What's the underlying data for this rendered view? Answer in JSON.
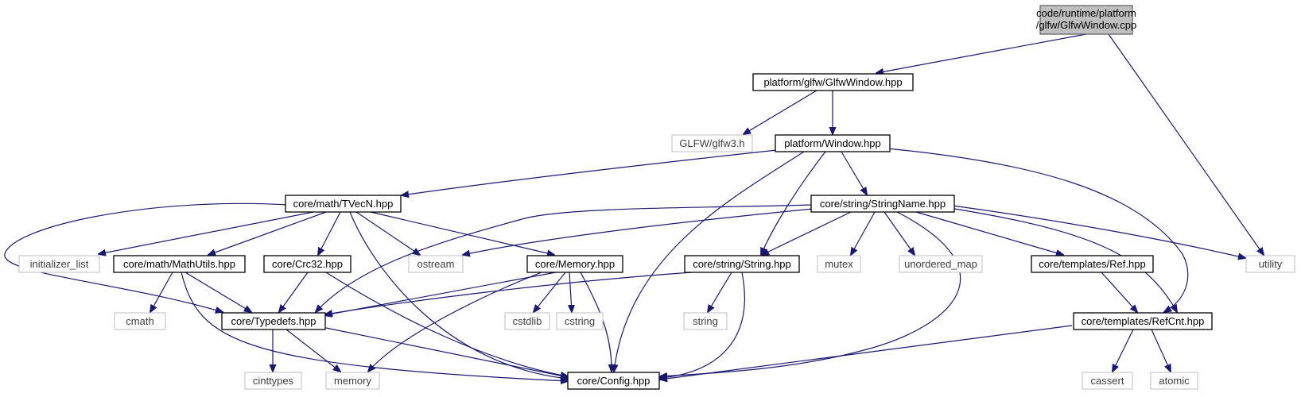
{
  "graph": {
    "type": "include-dependency-graph",
    "nodes": [
      {
        "id": "glfwwindow_cpp",
        "lines": [
          "code/runtime/platform",
          "/glfw/GlfwWindow.cpp"
        ],
        "kind": "root"
      },
      {
        "id": "glfwwindow_hpp",
        "lines": [
          "platform/glfw/GlfwWindow.hpp"
        ],
        "kind": "internal"
      },
      {
        "id": "glfw3_h",
        "lines": [
          "GLFW/glfw3.h"
        ],
        "kind": "external"
      },
      {
        "id": "window_hpp",
        "lines": [
          "platform/Window.hpp"
        ],
        "kind": "internal"
      },
      {
        "id": "tvecn_hpp",
        "lines": [
          "core/math/TVecN.hpp"
        ],
        "kind": "internal"
      },
      {
        "id": "stringname_hpp",
        "lines": [
          "core/string/StringName.hpp"
        ],
        "kind": "internal"
      },
      {
        "id": "initializer_list",
        "lines": [
          "initializer_list"
        ],
        "kind": "external"
      },
      {
        "id": "mathutils_hpp",
        "lines": [
          "core/math/MathUtils.hpp"
        ],
        "kind": "internal"
      },
      {
        "id": "crc32_hpp",
        "lines": [
          "core/Crc32.hpp"
        ],
        "kind": "internal"
      },
      {
        "id": "ostream",
        "lines": [
          "ostream"
        ],
        "kind": "external"
      },
      {
        "id": "memory_hpp",
        "lines": [
          "core/Memory.hpp"
        ],
        "kind": "internal"
      },
      {
        "id": "string_hpp",
        "lines": [
          "core/string/String.hpp"
        ],
        "kind": "internal"
      },
      {
        "id": "mutex",
        "lines": [
          "mutex"
        ],
        "kind": "external"
      },
      {
        "id": "unordered_map",
        "lines": [
          "unordered_map"
        ],
        "kind": "external"
      },
      {
        "id": "ref_hpp",
        "lines": [
          "core/templates/Ref.hpp"
        ],
        "kind": "internal"
      },
      {
        "id": "utility",
        "lines": [
          "utility"
        ],
        "kind": "external"
      },
      {
        "id": "cmath",
        "lines": [
          "cmath"
        ],
        "kind": "external"
      },
      {
        "id": "typedefs_hpp",
        "lines": [
          "core/Typedefs.hpp"
        ],
        "kind": "internal"
      },
      {
        "id": "cstdlib",
        "lines": [
          "cstdlib"
        ],
        "kind": "external"
      },
      {
        "id": "cstring",
        "lines": [
          "cstring"
        ],
        "kind": "external"
      },
      {
        "id": "string",
        "lines": [
          "string"
        ],
        "kind": "external"
      },
      {
        "id": "refcnt_hpp",
        "lines": [
          "core/templates/RefCnt.hpp"
        ],
        "kind": "internal"
      },
      {
        "id": "cinttypes",
        "lines": [
          "cinttypes"
        ],
        "kind": "external"
      },
      {
        "id": "memory",
        "lines": [
          "memory"
        ],
        "kind": "external"
      },
      {
        "id": "config_hpp",
        "lines": [
          "core/Config.hpp"
        ],
        "kind": "internal"
      },
      {
        "id": "cassert",
        "lines": [
          "cassert"
        ],
        "kind": "external"
      },
      {
        "id": "atomic",
        "lines": [
          "atomic"
        ],
        "kind": "external"
      }
    ],
    "edges": [
      [
        "glfwwindow_cpp",
        "glfwwindow_hpp"
      ],
      [
        "glfwwindow_cpp",
        "utility"
      ],
      [
        "glfwwindow_hpp",
        "glfw3_h"
      ],
      [
        "glfwwindow_hpp",
        "window_hpp"
      ],
      [
        "window_hpp",
        "tvecn_hpp"
      ],
      [
        "window_hpp",
        "config_hpp"
      ],
      [
        "window_hpp",
        "string_hpp"
      ],
      [
        "window_hpp",
        "stringname_hpp"
      ],
      [
        "window_hpp",
        "refcnt_hpp"
      ],
      [
        "tvecn_hpp",
        "initializer_list"
      ],
      [
        "tvecn_hpp",
        "mathutils_hpp"
      ],
      [
        "tvecn_hpp",
        "crc32_hpp"
      ],
      [
        "tvecn_hpp",
        "ostream"
      ],
      [
        "tvecn_hpp",
        "memory_hpp"
      ],
      [
        "tvecn_hpp",
        "typedefs_hpp"
      ],
      [
        "tvecn_hpp",
        "config_hpp"
      ],
      [
        "stringname_hpp",
        "ostream"
      ],
      [
        "stringname_hpp",
        "typedefs_hpp"
      ],
      [
        "stringname_hpp",
        "string_hpp"
      ],
      [
        "stringname_hpp",
        "mutex"
      ],
      [
        "stringname_hpp",
        "unordered_map"
      ],
      [
        "stringname_hpp",
        "ref_hpp"
      ],
      [
        "stringname_hpp",
        "refcnt_hpp"
      ],
      [
        "stringname_hpp",
        "utility"
      ],
      [
        "stringname_hpp",
        "config_hpp"
      ],
      [
        "mathutils_hpp",
        "cmath"
      ],
      [
        "mathutils_hpp",
        "typedefs_hpp"
      ],
      [
        "mathutils_hpp",
        "config_hpp"
      ],
      [
        "crc32_hpp",
        "typedefs_hpp"
      ],
      [
        "crc32_hpp",
        "config_hpp"
      ],
      [
        "memory_hpp",
        "typedefs_hpp"
      ],
      [
        "memory_hpp",
        "cstdlib"
      ],
      [
        "memory_hpp",
        "cstring"
      ],
      [
        "memory_hpp",
        "memory"
      ],
      [
        "memory_hpp",
        "config_hpp"
      ],
      [
        "string_hpp",
        "typedefs_hpp"
      ],
      [
        "string_hpp",
        "string"
      ],
      [
        "string_hpp",
        "config_hpp"
      ],
      [
        "ref_hpp",
        "refcnt_hpp"
      ],
      [
        "typedefs_hpp",
        "cinttypes"
      ],
      [
        "typedefs_hpp",
        "memory"
      ],
      [
        "typedefs_hpp",
        "config_hpp"
      ],
      [
        "refcnt_hpp",
        "config_hpp"
      ],
      [
        "refcnt_hpp",
        "cassert"
      ],
      [
        "refcnt_hpp",
        "atomic"
      ]
    ],
    "colors": {
      "edge": "#191970",
      "internal_border": "#000000",
      "external_border": "#bfbfbf",
      "root_fill": "#bfbfbf"
    }
  }
}
